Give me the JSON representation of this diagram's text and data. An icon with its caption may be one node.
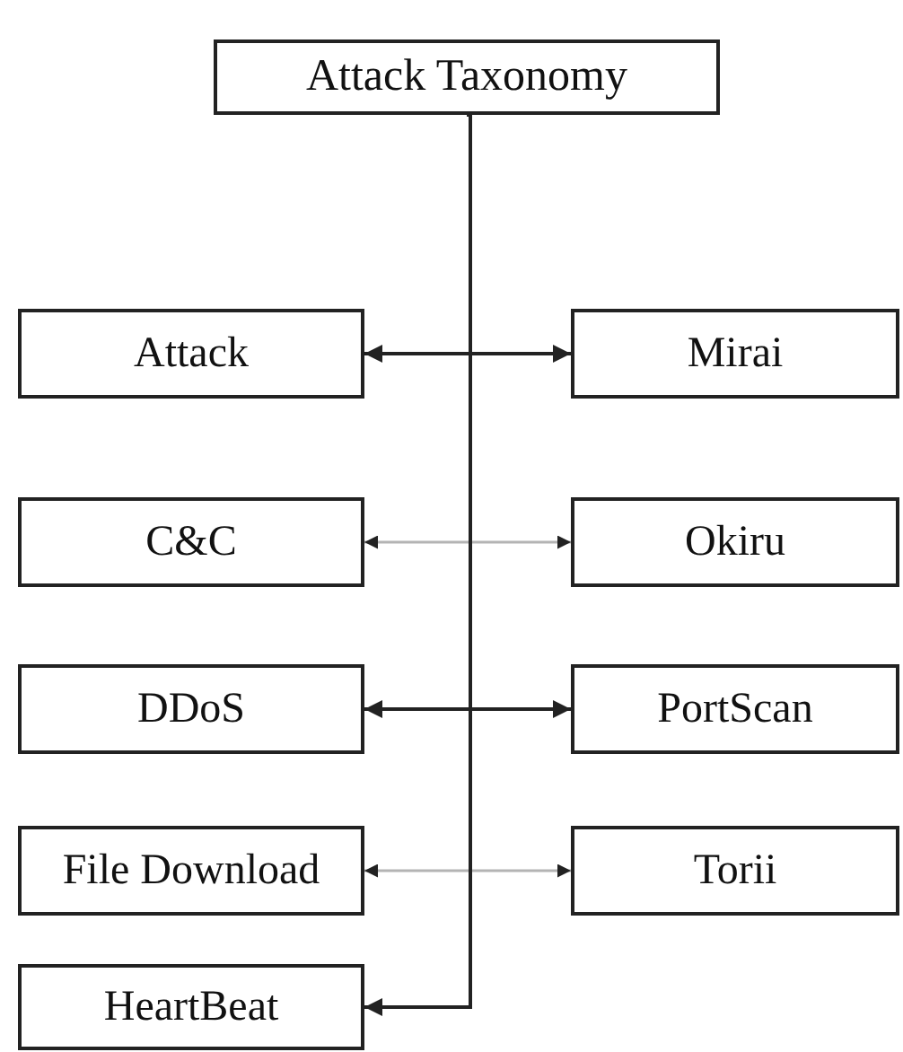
{
  "diagram": {
    "nodes": [
      {
        "text": [
          "Attack Taxonomy"
        ]
      },
      {
        "text": [
          "Attack"
        ]
      },
      {
        "text": [
          "Mirai"
        ]
      },
      {
        "text": [
          "C&C"
        ]
      },
      {
        "text": [
          "Okiru"
        ]
      },
      {
        "text": [
          "DDoS"
        ]
      },
      {
        "text": [
          "PortScan"
        ]
      },
      {
        "text": [
          "File Download"
        ]
      },
      {
        "text": [
          "Torii"
        ]
      },
      {
        "text": [
          "HeartBeat"
        ]
      }
    ],
    "edges": [
      {
        "from": 0,
        "to": 1,
        "arrow": "to"
      },
      {
        "from": 0,
        "to": 2,
        "arrow": "to"
      },
      {
        "from": 0,
        "to": 3,
        "arrow": "to",
        "color": "#b4b4b4"
      },
      {
        "from": 0,
        "to": 4,
        "arrow": "to",
        "color": "#b4b4b4"
      },
      {
        "from": 0,
        "to": 5,
        "arrow": "to"
      },
      {
        "from": 0,
        "to": 6,
        "arrow": "to"
      },
      {
        "from": 0,
        "to": 7,
        "arrow": "to",
        "color": "#b4b4b4"
      },
      {
        "from": 0,
        "to": 8,
        "arrow": "to",
        "color": "#b4b4b4"
      },
      {
        "from": 0,
        "to": 9,
        "arrow": "to"
      }
    ]
  }
}
